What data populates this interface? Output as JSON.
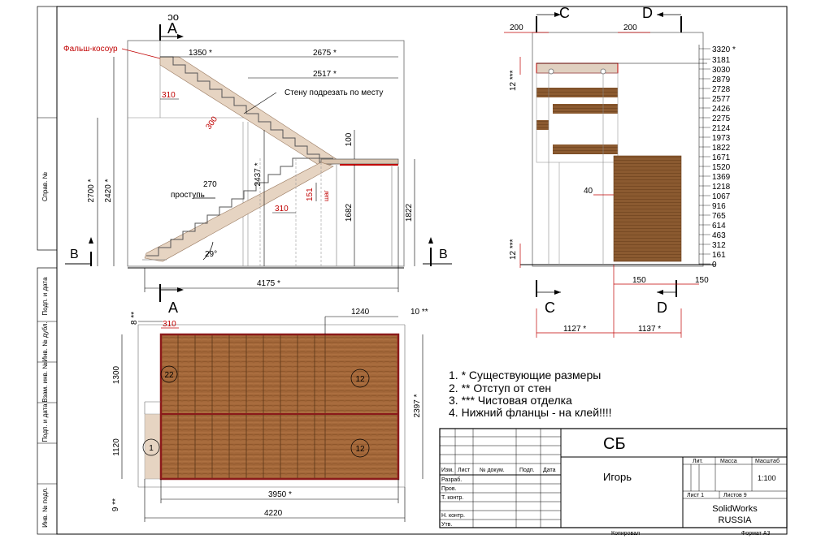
{
  "side_view": {
    "false_stringer": "Фальш-косоур",
    "wall_note": "Стену подрезать по месту",
    "stair_tread": "270",
    "tread_word": "проступь",
    "step_word": "шаг",
    "dims": {
      "d1350": "1350 *",
      "d2675": "2675 *",
      "d2517": "2517 *",
      "d310a": "310",
      "d300": "300",
      "d2700": "2700 *",
      "d2420": "2420 *",
      "d2437": "2437 *",
      "d100": "100",
      "d151": "151",
      "d310b": "310",
      "d1682": "1682",
      "d1822": "1822",
      "d29": "29°",
      "d4175": "4175 *"
    },
    "section_A_top": "A",
    "section_A_bottom": "A",
    "section_B_left": "B",
    "section_B_right": "B",
    "view_code": "ос"
  },
  "front_view": {
    "C_top": "C",
    "D_top": "D",
    "C_bottom": "C",
    "D_bottom": "D",
    "dims": {
      "d200a": "200",
      "d200b": "200",
      "d12a": "12 ***",
      "d12b": "12 ***",
      "d40": "40",
      "d150a": "150",
      "d150b": "150",
      "d1127": "1127 *",
      "d1137": "1137 *"
    },
    "levels": [
      "3320 *",
      "3181",
      "3030",
      "2879",
      "2728",
      "2577",
      "2426",
      "2275",
      "2124",
      "1973",
      "1822",
      "1671",
      "1520",
      "1369",
      "1218",
      "1067",
      "916",
      "765",
      "614",
      "463",
      "312",
      "161",
      "0"
    ]
  },
  "plan_view": {
    "dims": {
      "d8": "8 **",
      "d310": "310",
      "d1240": "1240",
      "d10": "10 **",
      "d1300": "1300",
      "d1120": "1120",
      "d9": "9 **",
      "d2397": "2397 *",
      "d3950": "3950 *",
      "d4220": "4220"
    },
    "bubbles": {
      "b22": "22",
      "b12a": "12",
      "b1": "1",
      "b12b": "12"
    }
  },
  "notes": [
    "1.   * Существующие размеры",
    "2.   ** Отступ от стен",
    "3.   *** Чистовая отделка",
    "4.   Нижний фланцы - на клей!!!!"
  ],
  "side_stamps": [
    "Справ. №",
    "Подп. и дата",
    "Инв. № дубл.",
    "Взам. инв. №",
    "Подп. и дата",
    "Инв. № подл."
  ],
  "title_block": {
    "designation": "СБ",
    "author": "Игорь",
    "col_izm": "Изм.",
    "col_list": "Лист",
    "col_doc": "№ докум.",
    "col_podp": "Подп.",
    "col_date": "Дата",
    "row_razrab": "Разраб.",
    "row_prov": "Пров.",
    "row_tkontr": "Т. контр.",
    "row_nkontr": "Н. контр.",
    "row_utv": "Утв.",
    "lit": "Лит.",
    "mass": "Масса",
    "scale_label": "Масштаб",
    "scale": "1:100",
    "sheet": "Лист 1",
    "sheets": "Листов 9",
    "org_line1": "SolidWorks",
    "org_line2": "RUSSIA",
    "copied": "Копировал",
    "format": "Формат А3"
  }
}
